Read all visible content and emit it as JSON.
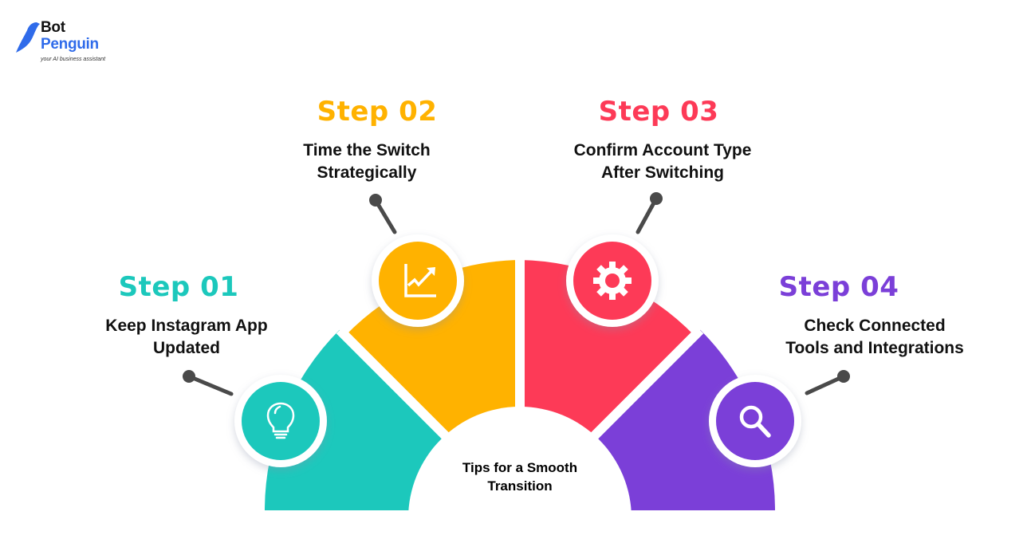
{
  "logo": {
    "line1": "Bot",
    "line2": "Penguin",
    "tagline": "your AI business assistant",
    "brand_color": "#2f6bea"
  },
  "center": {
    "line1": "Tips for a Smooth",
    "line2": "Transition"
  },
  "steps": [
    {
      "title": "Step 01",
      "line1": "Keep Instagram App",
      "line2": "Updated",
      "color": "#1cc8bc",
      "icon": "lightbulb-icon"
    },
    {
      "title": "Step 02",
      "line1": "Time the Switch",
      "line2": "Strategically",
      "color": "#ffb200",
      "icon": "trending-chart-icon"
    },
    {
      "title": "Step 03",
      "line1": "Confirm Account Type",
      "line2": "After Switching",
      "color": "#fd3a57",
      "icon": "gear-icon"
    },
    {
      "title": "Step 04",
      "line1": "Check Connected",
      "line2": "Tools and Integrations",
      "color": "#7b3fd8",
      "icon": "search-icon"
    }
  ],
  "connector_color": "#4a4a4a"
}
